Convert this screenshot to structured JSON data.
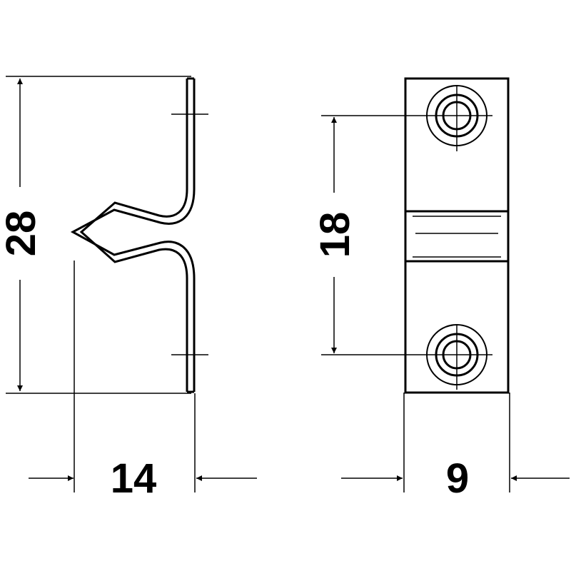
{
  "dimensions": {
    "height_side_view": "28",
    "width_side_view": "14",
    "hole_spacing_front_view": "18",
    "width_front_view": "9"
  },
  "colors": {
    "line": "#000000",
    "background": "#ffffff"
  }
}
